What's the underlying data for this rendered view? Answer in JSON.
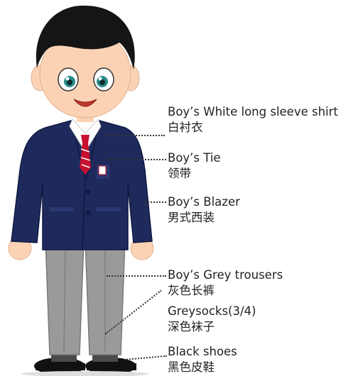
{
  "colors": {
    "blazer": "#1f2a5c",
    "trousers": "#9a9a9a",
    "shirt": "#ffffff",
    "tie": "#c8102e",
    "hair": "#151515",
    "skin": "#fbd3b4",
    "eyes": "#2a8c8c",
    "shoes": "#111111",
    "leader_line": "#333333",
    "text": "#222222"
  },
  "labels": [
    {
      "name": "shirt",
      "en": "Boy’s White long sleeve shirt",
      "zh": "白衬衣"
    },
    {
      "name": "tie",
      "en": "Boy’s Tie",
      "zh": "领带"
    },
    {
      "name": "blazer",
      "en": "Boy’s Blazer",
      "zh": "男式西装"
    },
    {
      "name": "trousers",
      "en": "Boy’s Grey trousers",
      "zh": "灰色长裤"
    },
    {
      "name": "socks",
      "en": "Greysocks(3/4)",
      "zh": "深色袜子"
    },
    {
      "name": "shoes",
      "en": "Black shoes",
      "zh": "黑色皮鞋"
    }
  ]
}
